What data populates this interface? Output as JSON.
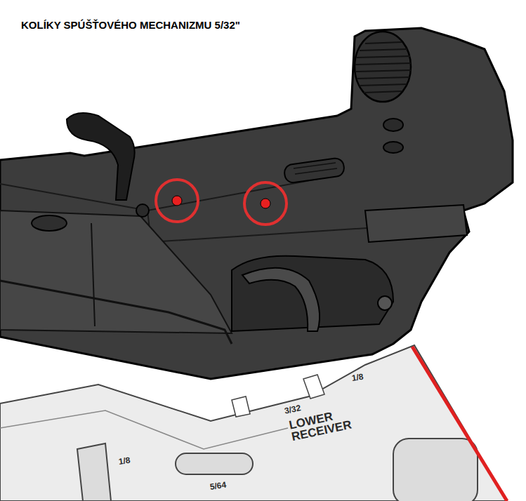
{
  "diagram": {
    "title": "KOLÍKY SPÚŠŤOVÉHO MECHANIZMU 5/32\"",
    "labels": [
      "1/8",
      "3/32",
      "LOWER RECEIVER",
      "1/8",
      "5/64"
    ]
  }
}
